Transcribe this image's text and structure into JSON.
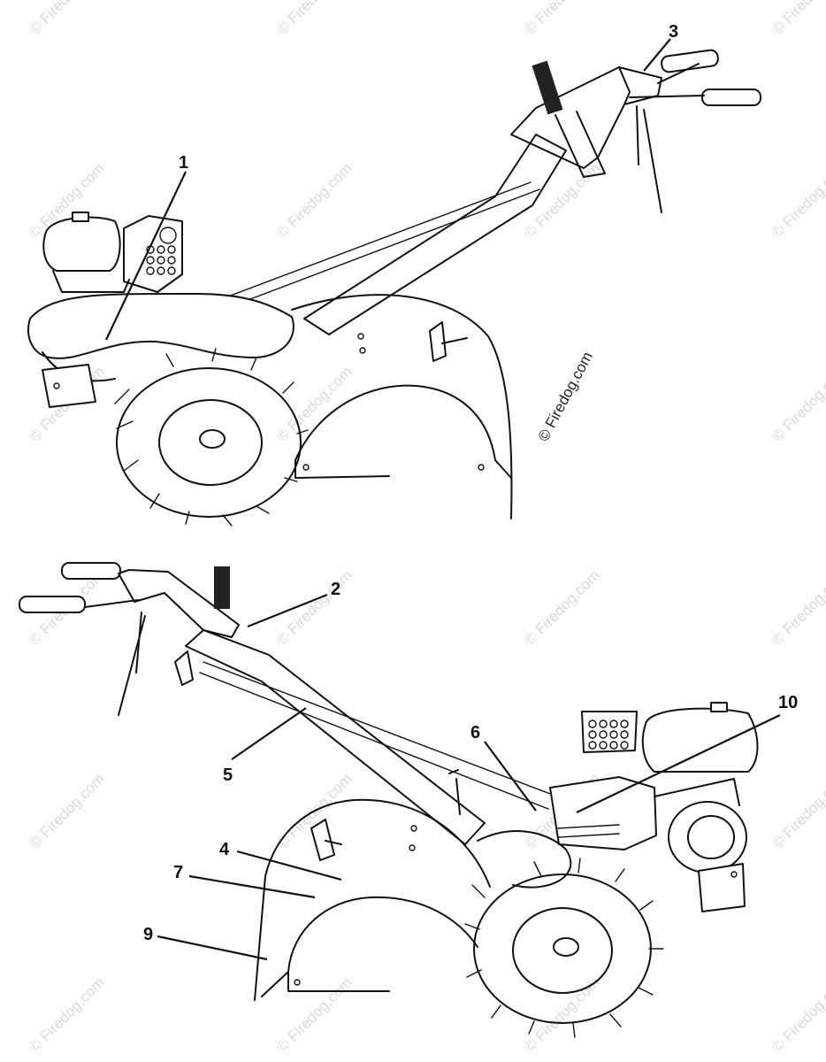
{
  "callouts": [
    {
      "id": "1",
      "text": "1"
    },
    {
      "id": "2",
      "text": "2"
    },
    {
      "id": "3",
      "text": "3"
    },
    {
      "id": "4",
      "text": "4"
    },
    {
      "id": "5",
      "text": "5"
    },
    {
      "id": "6",
      "text": "6"
    },
    {
      "id": "7",
      "text": "7"
    },
    {
      "id": "9",
      "text": "9"
    },
    {
      "id": "10",
      "text": "10"
    }
  ],
  "copyright": "© Firedog.com",
  "watermark": "© Firedog.com",
  "colors": {
    "line": "#111111",
    "background": "#ffffff",
    "watermark": "#d9d9d9"
  }
}
